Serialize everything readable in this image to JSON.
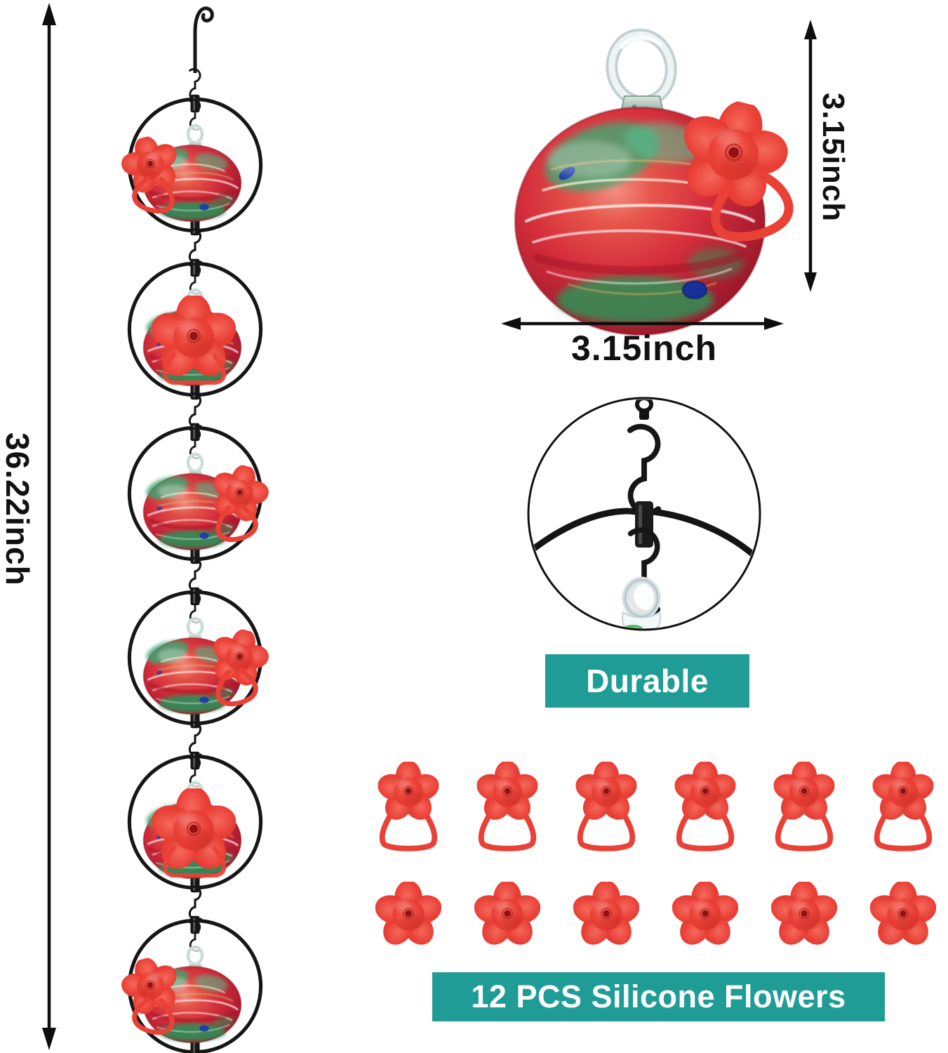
{
  "dimensions": {
    "chain_height": "36.22inch",
    "ball_height": "3.15inch",
    "ball_width": "3.15inch"
  },
  "badges": {
    "durable": "Durable",
    "flowers": "12 PCS Silicone Flowers"
  },
  "chain": {
    "feeder_count": 6,
    "port_positions": [
      "left",
      "front",
      "right",
      "right",
      "front",
      "left"
    ]
  },
  "flowers": {
    "looped_count": 6,
    "plain_count": 6,
    "total_pieces": 12
  },
  "colors": {
    "teal_badge": "#1f9c96",
    "silicone_red": "#ea4137",
    "metal_black": "#161616",
    "glass_red": "#d02c3a",
    "glass_green": "#3fa571",
    "glass_blue": "#1c39a8"
  }
}
